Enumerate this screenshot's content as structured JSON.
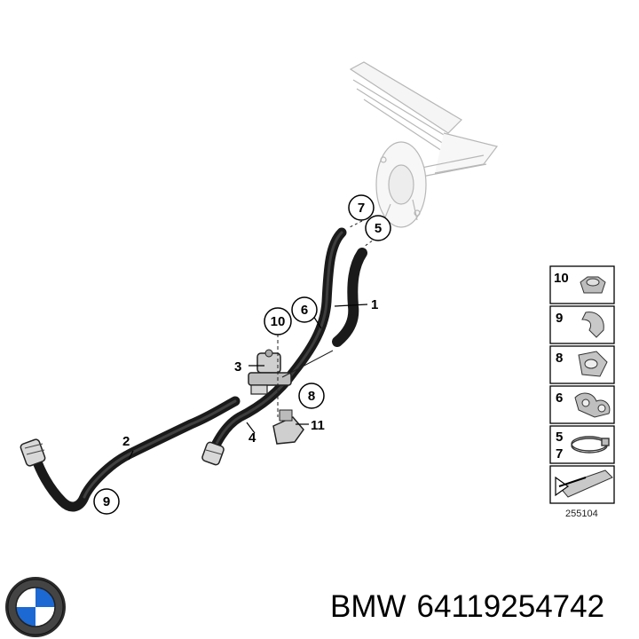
{
  "callouts": {
    "c1": "1",
    "c2": "2",
    "c3": "3",
    "c4": "4",
    "c5": "5",
    "c6": "6",
    "c7": "7",
    "c8": "8",
    "c9": "9",
    "c10": "10",
    "c11": "11"
  },
  "legend": {
    "items": [
      {
        "label": "10",
        "icon": "hex-nut-icon"
      },
      {
        "label": "9",
        "icon": "hose-holder-icon"
      },
      {
        "label": "8",
        "icon": "bracket-clip-icon"
      },
      {
        "label": "6",
        "icon": "double-clip-icon"
      },
      {
        "label": "5",
        "label2": "7",
        "icon": "hose-clamp-icon"
      },
      {
        "label": "",
        "icon": "arrow-plate-icon"
      }
    ],
    "ref_code": "255104"
  },
  "footer": {
    "brand": "BMW",
    "part_number": "64119254742",
    "logo_icon": "bmw-logo-icon"
  }
}
